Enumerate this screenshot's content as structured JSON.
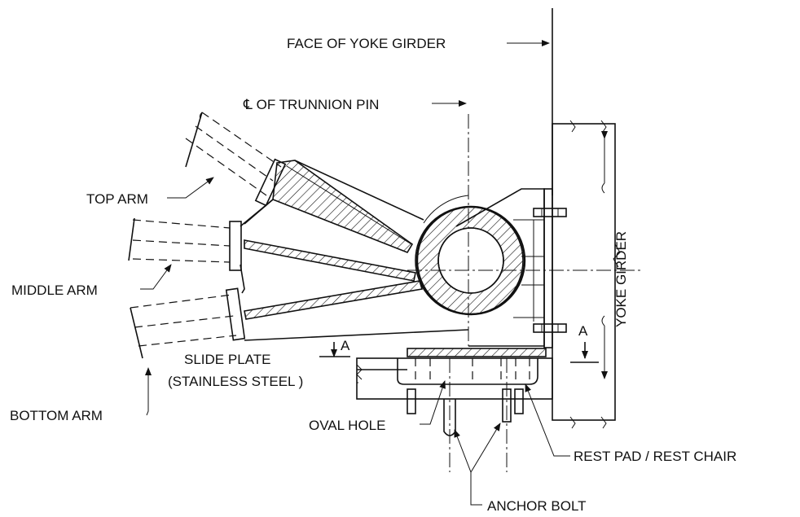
{
  "labels": {
    "face_of_yoke_girder": "FACE OF YOKE GIRDER",
    "trunnion_pin": "℄ OF TRUNNION PIN",
    "top_arm": "TOP ARM",
    "middle_arm": "MIDDLE ARM",
    "bottom_arm": "BOTTOM ARM",
    "slide_plate_line1": "SLIDE PLATE",
    "slide_plate_line2": "(STAINLESS STEEL )",
    "oval_hole": "OVAL HOLE",
    "rest_pad": "REST PAD / REST CHAIR",
    "anchor_bolt": "ANCHOR BOLT",
    "yoke_girder": "YOKE GIRDER",
    "section_mark_left": "A",
    "section_mark_right": "A"
  }
}
